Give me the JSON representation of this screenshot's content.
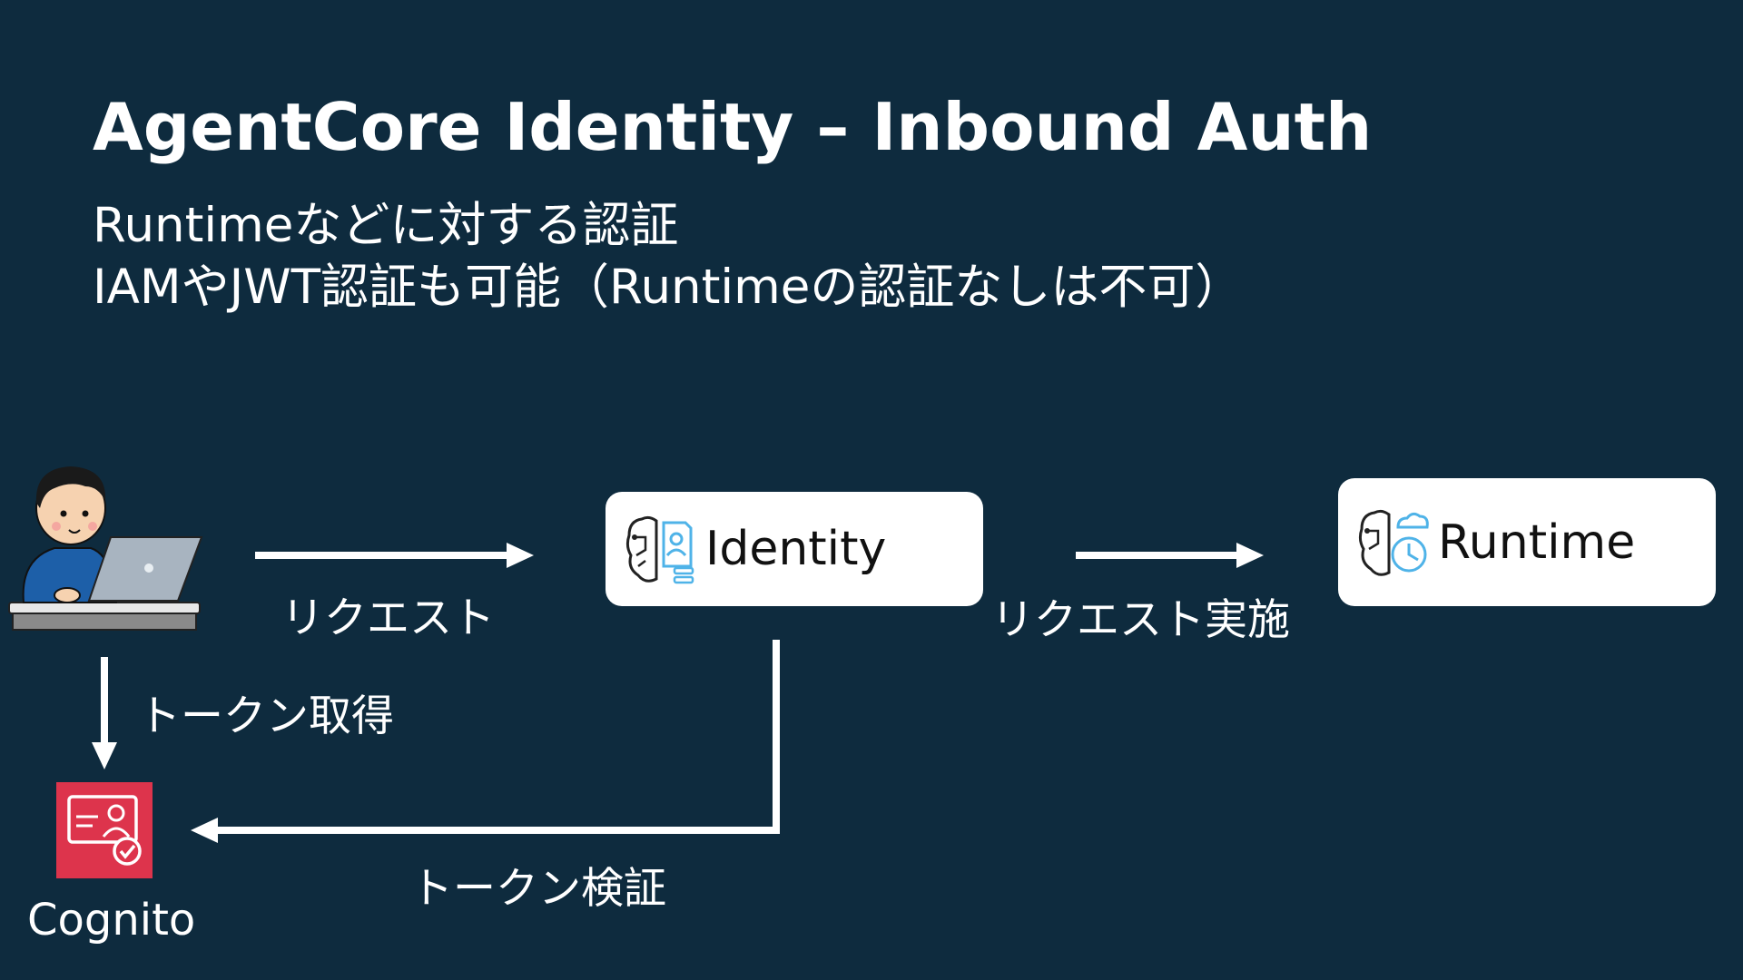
{
  "slide": {
    "title": "AgentCore Identity – Inbound Auth",
    "subtitle_lines": [
      "Runtimeなどに対する認証",
      "IAMやJWT認証も可能（Runtimeの認証なしは不可）"
    ]
  },
  "diagram": {
    "nodes": {
      "user": {
        "icon": "user-laptop-icon"
      },
      "identity": {
        "label": "Identity",
        "icon": "agentcore-identity-icon"
      },
      "runtime": {
        "label": "Runtime",
        "icon": "agentcore-runtime-icon"
      },
      "cognito": {
        "label": "Cognito",
        "icon": "cognito-icon"
      }
    },
    "edges": {
      "request": "リクエスト",
      "request_exec": "リクエスト実施",
      "get_token": "トークン取得",
      "verify_token": "トークン検証"
    }
  },
  "colors": {
    "background": "#0e2b3e",
    "text": "#ffffff",
    "box": "#ffffff",
    "cognito": "#dd344c",
    "identity_accent": "#4fb3e8"
  }
}
